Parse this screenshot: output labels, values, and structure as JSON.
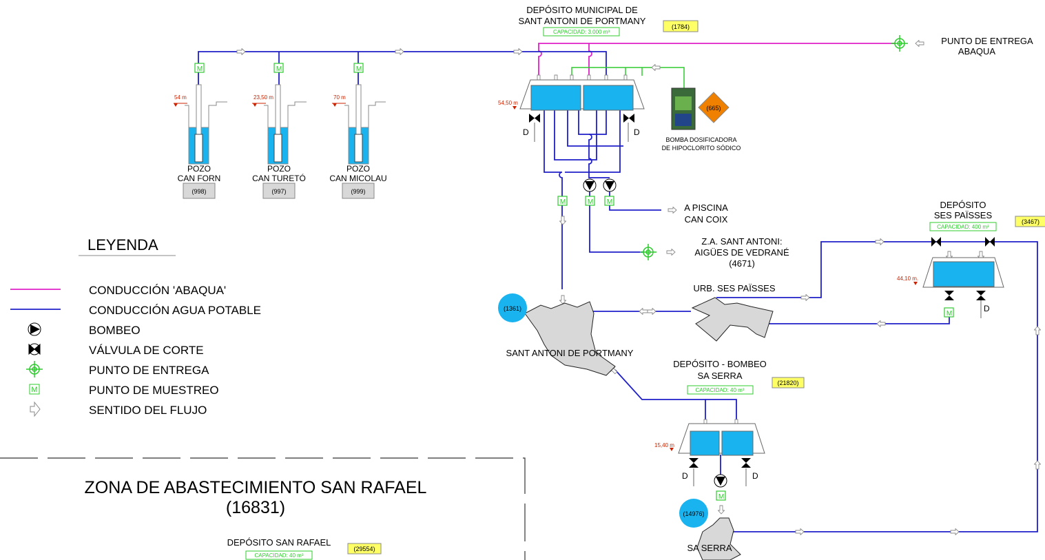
{
  "colors": {
    "potable": "#1f1fc8",
    "abaqua": "#e020c8",
    "water": "#19b3f0",
    "sample": "#2ecc2e",
    "tag_yellow": "#ffff66",
    "level": "#cc2200",
    "town": "#d8d8d8",
    "orange": "#f08000"
  },
  "depositos": {
    "municipal": {
      "title1": "DEPÓSITO MUNICIPAL DE",
      "title2": "SANT ANTONI DE PORTMANY",
      "cap": "CAPACIDAD: 3.000 m³",
      "code": "(1784)",
      "level": "54,50 m"
    },
    "ses_paisses": {
      "title1": "DEPÓSITO",
      "title2": "SES PAÏSSES",
      "cap": "CAPACIDAD: 400 m³",
      "code": "(3467)",
      "level": "44,10 m."
    },
    "sa_serra": {
      "title1": "DEPÓSITO - BOMBEO",
      "title2": "SA SERRA",
      "cap": "CAPACIDAD: 40 m³",
      "code": "(21820)",
      "level": "15,40 m"
    },
    "san_rafael": {
      "title": "DEPÓSITO SAN RAFAEL",
      "cap": "CAPACIDAD: 40 m³",
      "code": "(29554)"
    }
  },
  "pozos": [
    {
      "name1": "POZO",
      "name2": "CAN FORN",
      "code": "(998)",
      "level": "54 m"
    },
    {
      "name1": "POZO",
      "name2": "CAN TURETÓ",
      "code": "(997)",
      "level": "23,50 m"
    },
    {
      "name1": "POZO",
      "name2": "CAN MICOLAU",
      "code": "(999)",
      "level": "70 m"
    }
  ],
  "labels": {
    "entrega_abaqua1": "PUNTO DE ENTREGA",
    "entrega_abaqua2": "ABAQUA",
    "bomba1": "BOMBA DOSIFICADORA",
    "bomba2": "DE HIPOCLORITO SÓDICO",
    "bomba_code": "(665)",
    "piscina1": "A PISCINA",
    "piscina2": "CAN COIX",
    "za1": "Z.A. SANT ANTONI:",
    "za2": "AIGÜES DE VEDRANÉ",
    "za3": "(4671)",
    "urb": "URB. SES PAÏSSES",
    "sant_antoni": "SANT ANTONI DE PORTMANY",
    "sant_antoni_code": "(1361)",
    "sa_serra": "SA SERRA",
    "sa_serra_code": "(14976)",
    "drain": "D",
    "m": "M"
  },
  "legend": {
    "title": "LEYENDA",
    "items": [
      "CONDUCCIÓN 'ABAQUA'",
      "CONDUCCIÓN AGUA POTABLE",
      "BOMBEO",
      "VÁLVULA DE CORTE",
      "PUNTO DE ENTREGA",
      "PUNTO DE MUESTREO",
      "SENTIDO DEL FLUJO"
    ]
  },
  "zona": {
    "title": "ZONA DE ABASTECIMIENTO SAN RAFAEL",
    "code": "(16831)"
  }
}
